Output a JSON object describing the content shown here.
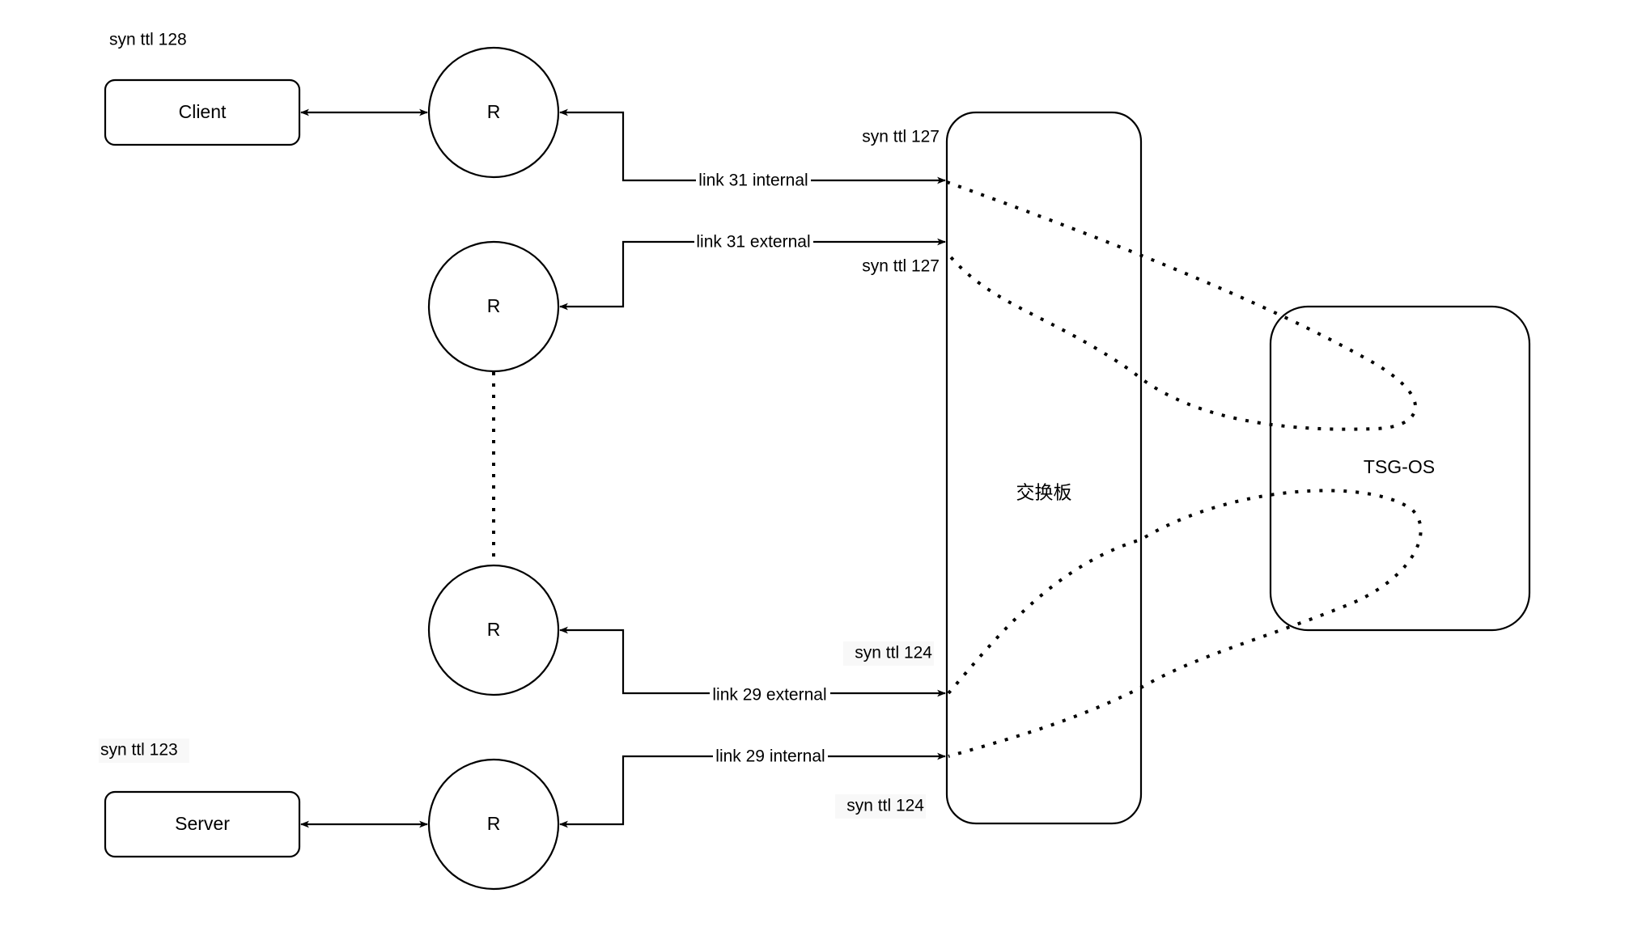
{
  "diagram": {
    "nodes": {
      "client": {
        "label": "Client"
      },
      "server": {
        "label": "Server"
      },
      "router_1": {
        "label": "R"
      },
      "router_2": {
        "label": "R"
      },
      "router_3": {
        "label": "R"
      },
      "router_4": {
        "label": "R"
      },
      "switch_board": {
        "label": "交换板"
      },
      "tsg_os": {
        "label": "TSG-OS"
      }
    },
    "edges": {
      "link_31_internal": {
        "label": "link 31 internal"
      },
      "link_31_external": {
        "label": "link 31 external"
      },
      "link_29_external": {
        "label": "link 29 external"
      },
      "link_29_internal": {
        "label": "link 29 internal"
      }
    },
    "annotations": {
      "client_ttl": "syn ttl 128",
      "link_31_internal_ttl": "syn ttl 127",
      "link_31_external_ttl": "syn ttl 127",
      "link_29_external_ttl": "syn ttl 124",
      "link_29_internal_ttl": "syn ttl 124",
      "server_ttl": "syn ttl 123"
    }
  }
}
